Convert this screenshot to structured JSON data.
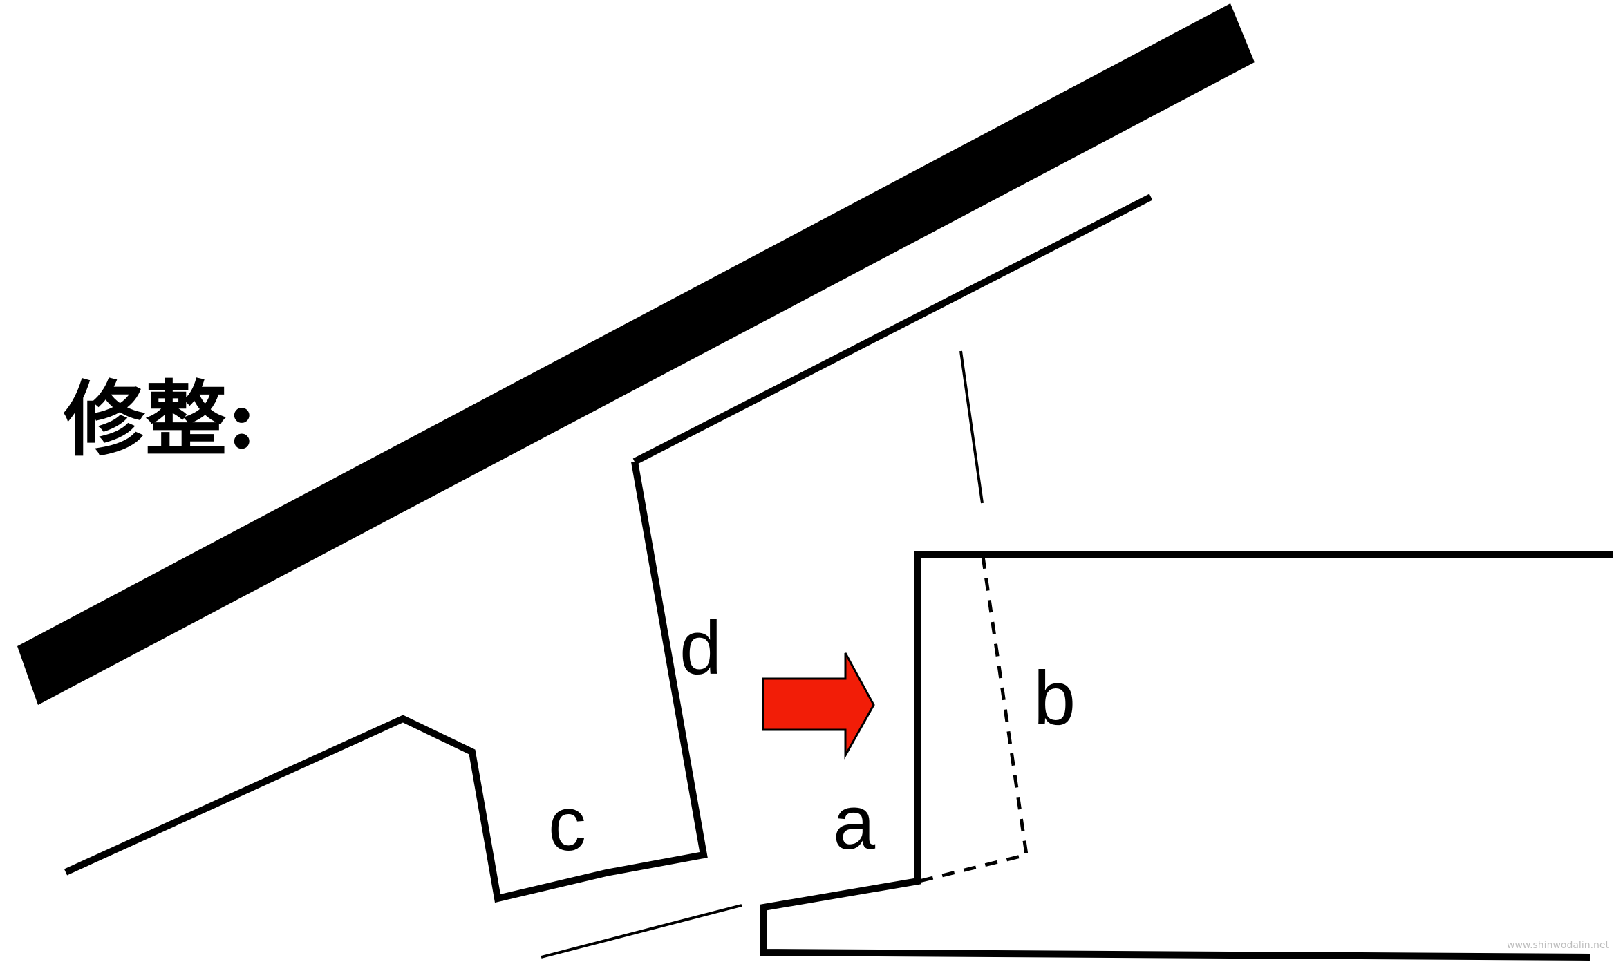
{
  "title": "修整:",
  "labels": {
    "a": "a",
    "b": "b",
    "c": "c",
    "d": "d"
  },
  "watermark": "www.shinwodalin.net",
  "colors": {
    "arrow_fill": "#f21d07",
    "line": "#000000",
    "background": "#ffffff"
  },
  "icons": {
    "arrow": "right-arrow-icon"
  }
}
